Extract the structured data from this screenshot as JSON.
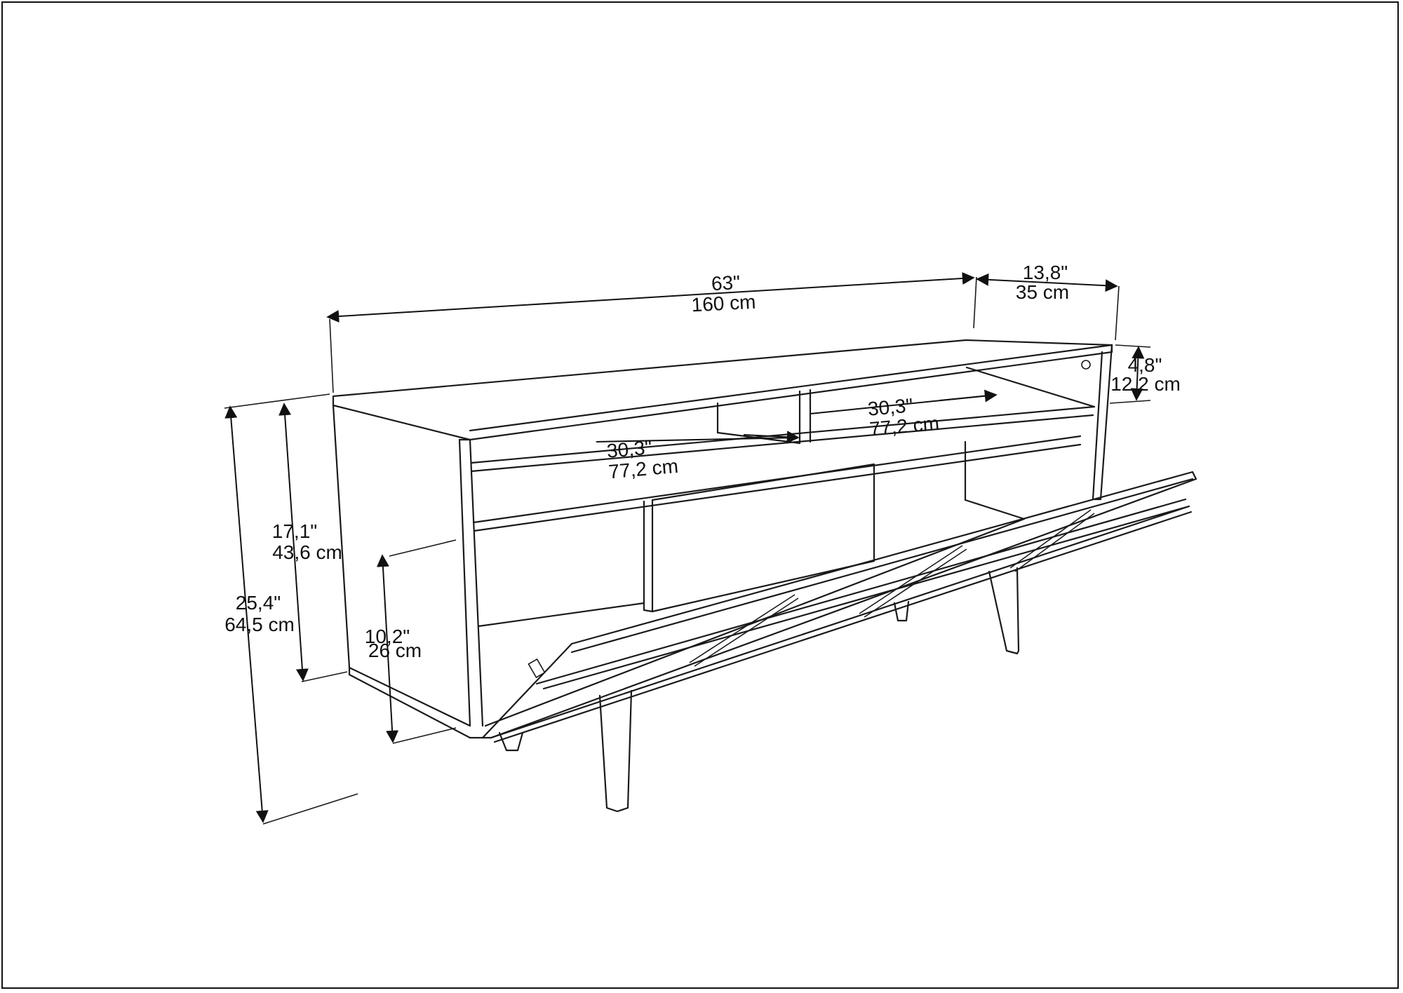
{
  "dimensions": {
    "width": {
      "in": "63\"",
      "cm": "160 cm"
    },
    "depth": {
      "in": "13,8\"",
      "cm": "35 cm"
    },
    "top_shelf_height": {
      "in": "4,8\"",
      "cm": "12,2 cm"
    },
    "left_compartment_width": {
      "in": "30,3\"",
      "cm": "77,2 cm"
    },
    "right_compartment_width": {
      "in": "30,3\"",
      "cm": "77,2 cm"
    },
    "body_height": {
      "in": "17,1\"",
      "cm": "43,6 cm"
    },
    "total_height": {
      "in": "25,4\"",
      "cm": "64,5 cm"
    },
    "leg_height": {
      "in": "10,2\"",
      "cm": "26 cm"
    }
  },
  "colors": {
    "line": "#1a1a1a",
    "background": "#ffffff"
  }
}
